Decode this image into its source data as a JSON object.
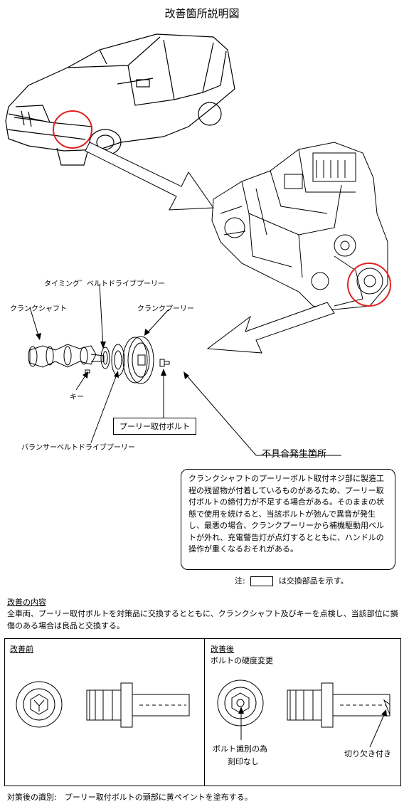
{
  "page": {
    "title": "改善箇所説明図"
  },
  "diagram": {
    "labels": {
      "timing_pulley": "タイミング゛ベルトドライブプーリー",
      "crankshaft": "クランクシャフト",
      "crank_pulley": "クランクプーリー",
      "key": "キー",
      "pulley_bolt": "プーリー取付ボルト",
      "balancer_pulley": "バランサーベルトドライブプーリー",
      "defect_location": "不具合発生箇所"
    },
    "defect_description": "クランクシャフトのプーリーボルト取付ネジ部に製造工程の残留物が付着しているものがあるため、プーリー取付ボルトの締付力が不足する場合がある。そのままの状態で使用を続けると、当該ボルトが弛んで異音が発生し、最悪の場合、クランクプーリーから補機駆動用ベルトが外れ、充電警告灯が点灯するとともに、ハンドルの操作が重くなるおそれがある。",
    "legend_prefix": "注:",
    "legend_suffix": "は交換部品を示す。"
  },
  "improvement": {
    "heading": "改善の内容",
    "text": "全車両、プーリー取付ボルトを対策品に交換するとともに、クランクシャフト及びキーを点検し、当該部位に損傷のある場合は良品と交換する。"
  },
  "comparison": {
    "before_label": "改善前",
    "after_label": "改善後",
    "after_sub": "ボルトの硬度変更",
    "mark_note_line1": "ボルト識別の為",
    "mark_note_line2": "刻印なし",
    "notch_note": "切り欠き付き"
  },
  "footer": {
    "text": "対策後の識別:　プーリー取付ボルトの頭部に黄ペイントを塗布する。"
  },
  "colors": {
    "highlight": "#e02020"
  }
}
